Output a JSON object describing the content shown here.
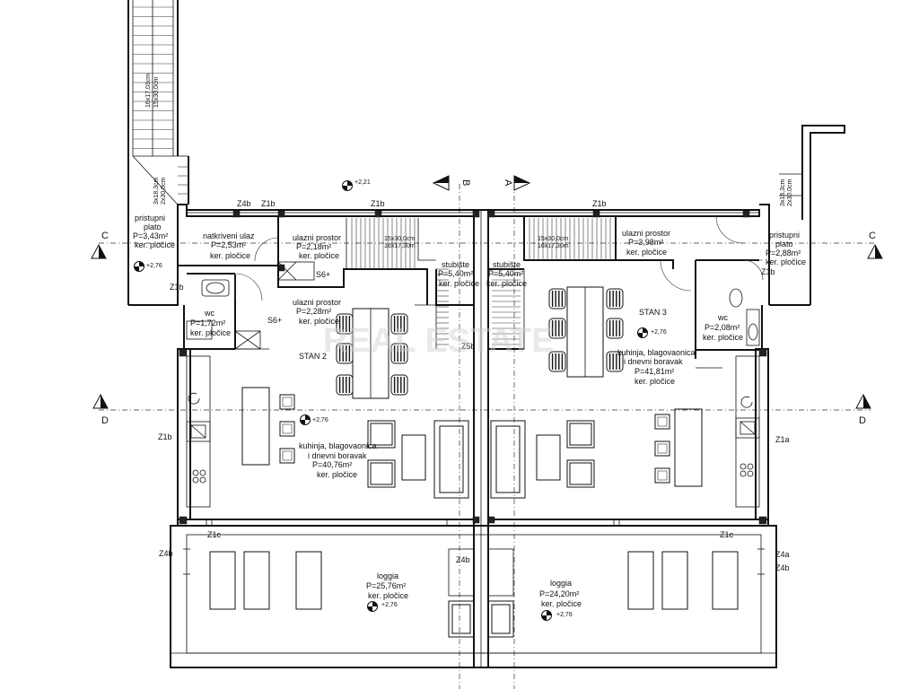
{
  "elevation": {
    "top": "+2,21",
    "floor": "+2,76"
  },
  "sections": {
    "c": "C",
    "d": "D",
    "a": "A",
    "b": "B"
  },
  "stairs": {
    "top_dim_1": "16x17,03cm",
    "top_dim_2": "15x30,0cm",
    "side_dim_1": "3x18,3cm",
    "side_dim_2": "2x30,0cm",
    "right_dim_1": "3x18,3cm",
    "right_dim_2": "2x30,0cm",
    "center_dim_1a": "15x30,0cm",
    "center_dim_1b": "16x17,30m",
    "center_dim_2a": "15x30,0cm",
    "center_dim_2b": "16x17,30m"
  },
  "wall_tags": {
    "z4b": "Z4b",
    "z1b": "Z1b",
    "z1c": "Z1c",
    "z1a": "Z1a",
    "z4a": "Z4a",
    "z5b": "Z5b",
    "s6": "S6+"
  },
  "rooms": {
    "pristupni_left": {
      "l1": "pristupni",
      "l2": "plato",
      "l3": "P=3,43m²",
      "l4": "ker. pločice"
    },
    "natkriveni": {
      "l1": "natkriveni ulaz",
      "l2": "P=2,53m²",
      "l3": "ker. pločice"
    },
    "ulazni_a": {
      "l1": "ulazni prostor",
      "l2": "P=2,18m²",
      "l3": "ker. pločice"
    },
    "stubiste_a": {
      "l1": "stubište",
      "l2": "P=5,40m²",
      "l3": "ker. pločice"
    },
    "stubiste_b": {
      "l1": "stubište",
      "l2": "P=5,40m²",
      "l3": "ker. pločice"
    },
    "ulazni_b": {
      "l1": "ulazni prostor",
      "l2": "P=2,28m²",
      "l3": "ker. pločice"
    },
    "wc_left": {
      "l1": "wc",
      "l2": "P=1,72m²",
      "l3": "ker. pločice"
    },
    "stan2": {
      "l1": "STAN 2"
    },
    "kuhinja2": {
      "l1": "kuhinja, blagovaonica",
      "l2": "i dnevni boravak",
      "l3": "P=40,76m²",
      "l4": "ker. pločice"
    },
    "ulazni_c": {
      "l1": "ulazni prostor",
      "l2": "P=3,98m²",
      "l3": "ker. pločice"
    },
    "pristupni_right": {
      "l1": "pristupni",
      "l2": "plato",
      "l3": "P=2,88m²",
      "l4": "ker. pločice"
    },
    "stan3": {
      "l1": "STAN 3"
    },
    "wc_right": {
      "l1": "wc",
      "l2": "P=2,08m²",
      "l3": "ker. pločice"
    },
    "kuhinja3": {
      "l1": "kuhinja, blagovaonica",
      "l2": "i dnevni boravak",
      "l3": "P=41,81m²",
      "l4": "ker. pločice"
    },
    "loggia_left": {
      "l1": "loggia",
      "l2": "P=25,76m²",
      "l3": "ker. pločice"
    },
    "loggia_right": {
      "l1": "loggia",
      "l2": "P=24,20m²",
      "l3": "ker. pločice"
    }
  },
  "watermark": "REAL ESTATE"
}
